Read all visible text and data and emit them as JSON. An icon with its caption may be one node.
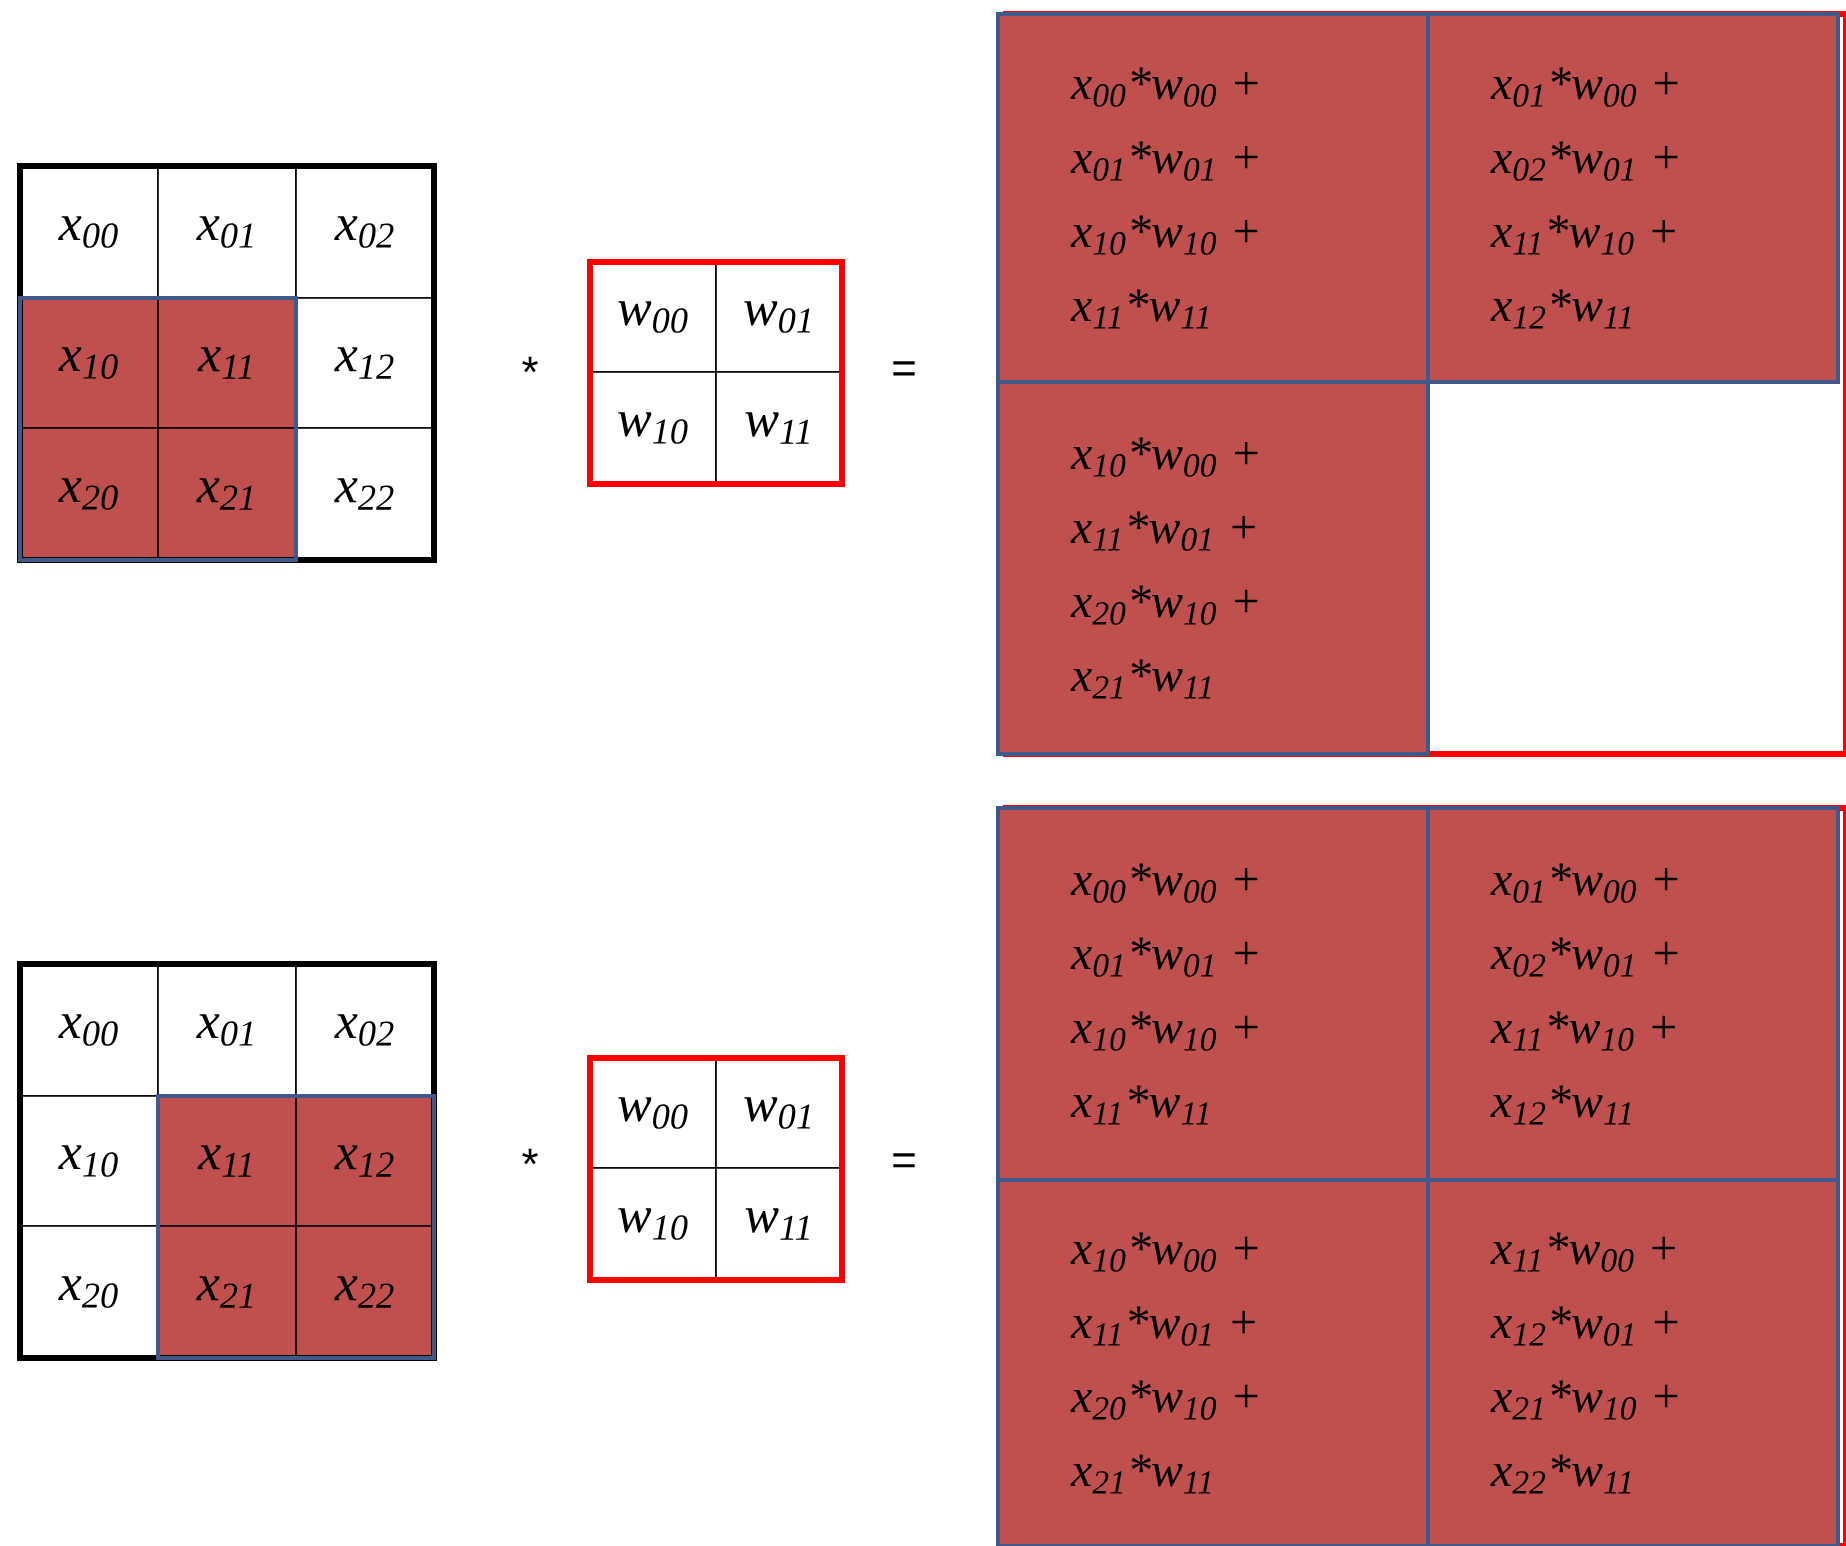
{
  "diagram": {
    "labels": [
      "x$_{00}$",
      "x$_{01}$",
      "x$_{02}$",
      "x$_{10}$",
      "x$_{11}$",
      "x$_{12}$",
      "x$_{20}$",
      "x$_{21}$",
      "x$_{22}$",
      "*",
      "w$_{00}$",
      "w$_{01}$",
      "w$_{10}$",
      "w$_{11}$",
      "=",
      "x$_{00}$*w$_{00}$ + x$_{01}$*w$_{01}$ + x$_{10}$*w$_{10}$ + x$_{11}$*w$_{11}$",
      "x$_{01}$*w$_{00}$ + x$_{02}$*w$_{01}$ + x$_{11}$*w$_{10}$ + x$_{12}$*w$_{11}$",
      "x$_{10}$*w$_{00}$ + x$_{11}$*w$_{01}$ + x$_{20}$*w$_{10}$ + x$_{21}$*w$_{11}$",
      "x$_{00}$",
      "x$_{01}$",
      "x$_{02}$",
      "x$_{10}$",
      "x$_{11}$",
      "x$_{12}$",
      "x$_{20}$",
      "x$_{21}$",
      "x$_{22}$",
      "*",
      "w$_{00}$",
      "w$_{01}$",
      "w$_{10}$",
      "w$_{11}$",
      "=",
      "x$_{00}$*w$_{00}$ + x$_{01}$*w$_{01}$ + x$_{10}$*w$_{10}$ + x$_{11}$*w$_{11}$",
      "x$_{01}$*w$_{00}$ + x$_{02}$*w$_{01}$ + x$_{11}$*w$_{10}$ + x$_{12}$*w$_{11}$",
      "x$_{10}$*w$_{00}$ + x$_{11}$*w$_{01}$ + x$_{20}$*w$_{10}$ + x$_{21}$*w$_{11}$",
      "x$_{11}$*w$_{00}$ + x$_{12}$*w$_{01}$ + x$_{21}$*w$_{10}$ + x$_{22}$*w$_{11}$"
    ]
  }
}
